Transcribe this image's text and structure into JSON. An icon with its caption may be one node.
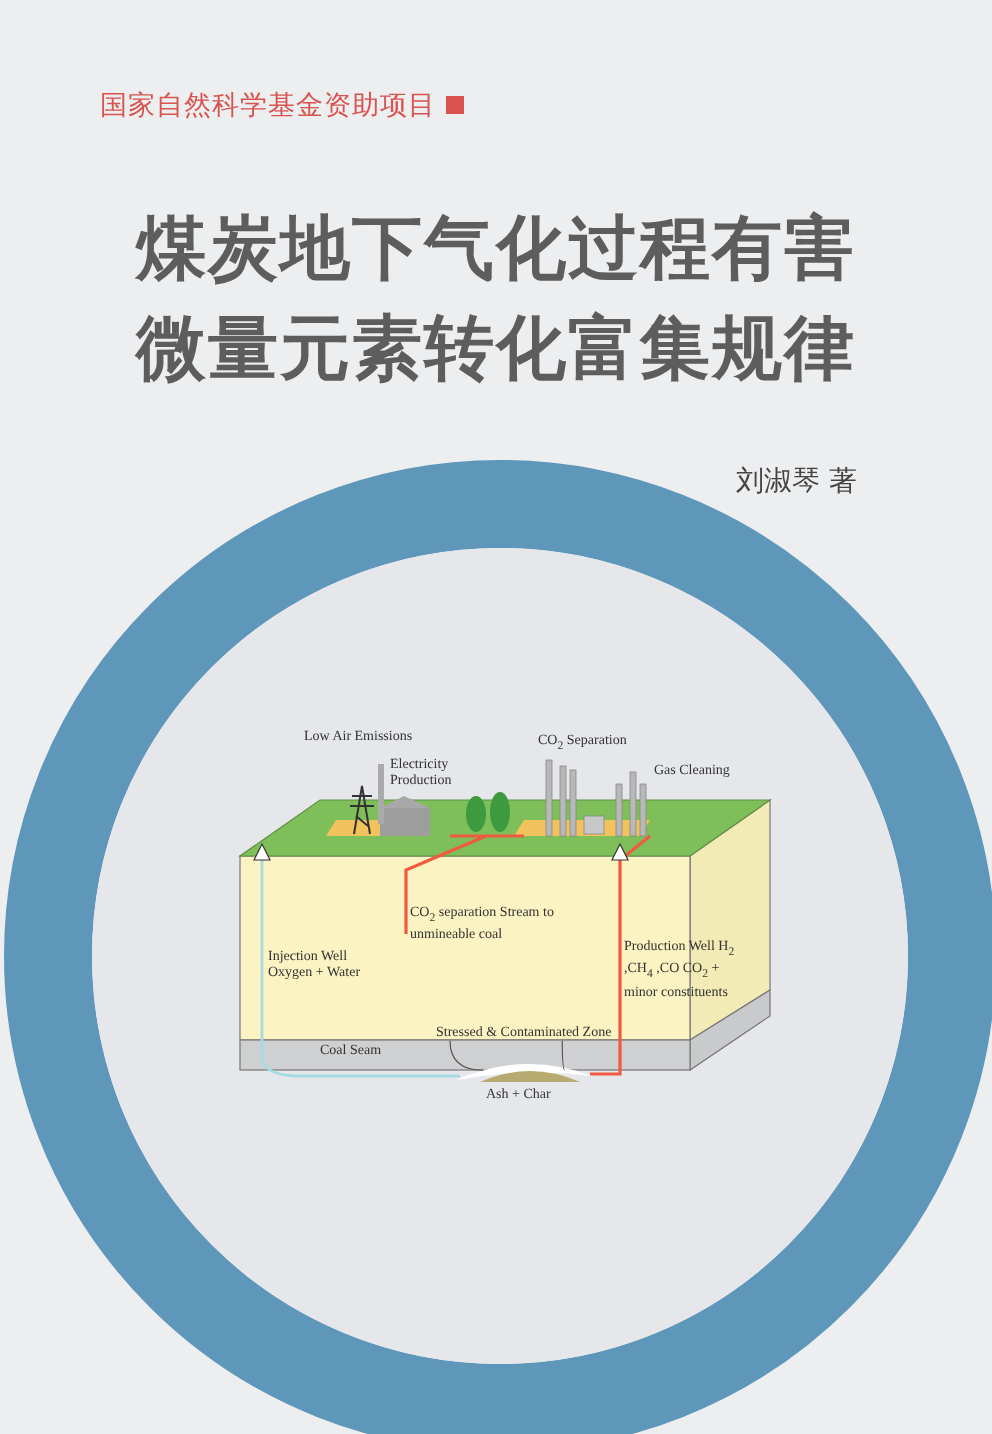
{
  "diagram": {
    "title": "煤炭地下气化过程有害微量元素转化富集规律",
    "nodes": [
      {
        "text": [
          "Stressed & Contaminated Zone"
        ]
      },
      {
        "text": [],
        "shape": "cavity"
      }
    ],
    "edges": [
      {
        "from": 0,
        "to": 1,
        "arrow": "none"
      },
      {
        "from": 0,
        "to": 1,
        "arrow": "none"
      }
    ],
    "labels": [
      "国家自然科学基金资助项目",
      "刘淑琴 著",
      "Low Air Emissions",
      "Electricity Production",
      "CO$_{2}$ Separation",
      "Gas Cleaning",
      "CO$_{2}$ separation Stream to unmineable coal",
      "Injection Well Oxygen + Water",
      "Production Well H$_{2}$ ,CH$_{4}$ ,CO CO$_{2}$ + minor constituents",
      "Coal Seam",
      "Ash + Char"
    ]
  }
}
